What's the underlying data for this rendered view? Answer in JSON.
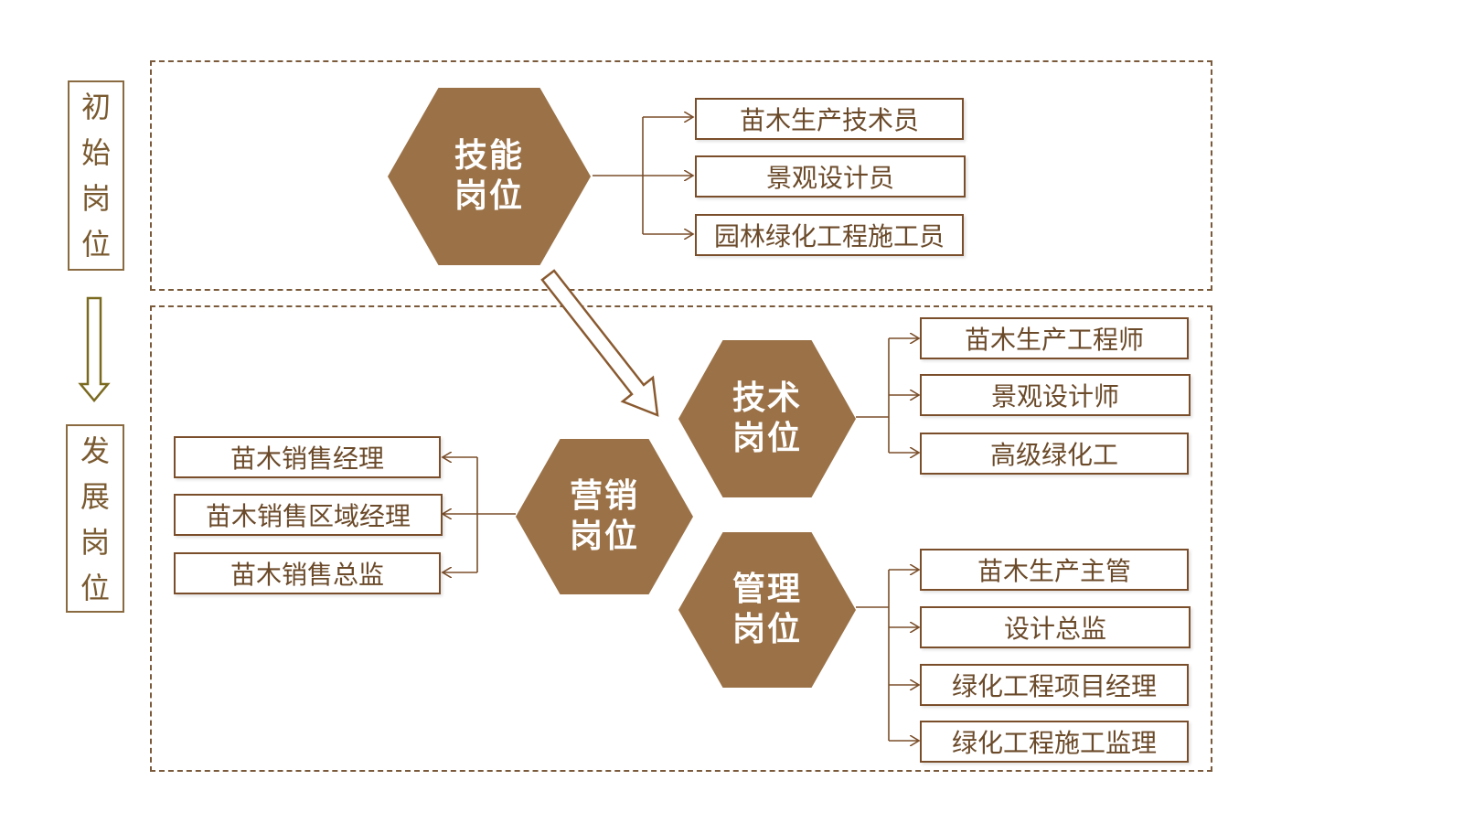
{
  "stages": {
    "initial": "初始岗位",
    "development": "发展岗位"
  },
  "skill": {
    "label": [
      "技能",
      "岗位"
    ],
    "roles": [
      "苗木生产技术员",
      "景观设计员",
      "园林绿化工程施工员"
    ]
  },
  "tech": {
    "label": [
      "技术",
      "岗位"
    ],
    "roles": [
      "苗木生产工程师",
      "景观设计师",
      "高级绿化工"
    ]
  },
  "marketing": {
    "label": [
      "营销",
      "岗位"
    ],
    "roles": [
      "苗木销售经理",
      "苗木销售区域经理",
      "苗木销售总监"
    ]
  },
  "management": {
    "label": [
      "管理",
      "岗位"
    ],
    "roles": [
      "苗木生产主管",
      "设计总监",
      "绿化工程项目经理",
      "绿化工程施工监理"
    ]
  },
  "colors": {
    "hex_fill": "#9b7248",
    "border": "#7a4e2a",
    "text": "#6b4a2a"
  }
}
